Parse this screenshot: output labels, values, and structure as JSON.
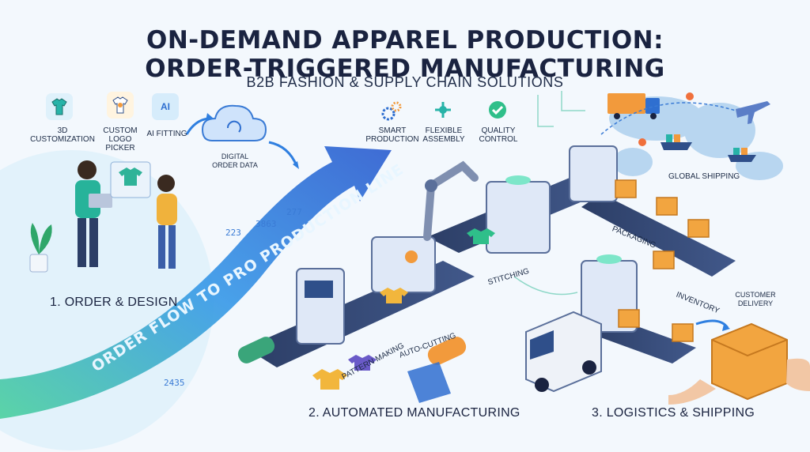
{
  "header": {
    "title_line1": "ON-DEMAND APPAREL PRODUCTION:",
    "title_line2": "ORDER-TRIGGERED MANUFACTURING",
    "subtitle": "B2B FASHION & SUPPLY CHAIN SOLUTIONS"
  },
  "design": {
    "items": [
      {
        "label": "3D\nCUSTOMIZATION",
        "icon": "shirt-3d-icon"
      },
      {
        "label": "CUSTOM\nLOGO\nPICKER",
        "icon": "logo-shirt-icon"
      },
      {
        "label": "AI FITTING",
        "icon": "ai-icon"
      }
    ],
    "cloud_label": "DIGITAL\nORDER DATA",
    "phase_label": "1. ORDER & DESIGN"
  },
  "flow": {
    "banner_text": "ORDER FLOW TO PRO PRODUCTION LINE",
    "numbers": [
      "223",
      "3863",
      "277",
      "2435"
    ]
  },
  "manufacturing": {
    "features": [
      {
        "label": "SMART\nPRODUCTION",
        "icon": "gears-icon"
      },
      {
        "label": "FLEXIBLE\nASSEMBLY",
        "icon": "assembly-icon"
      },
      {
        "label": "QUALITY\nCONTROL",
        "icon": "check-shield-icon"
      }
    ],
    "stations": {
      "pattern": "PATTERN MAKING",
      "cutting": "AUTO-CUTTING",
      "stitching": "STITCHING"
    },
    "phase_label": "2. AUTOMATED MANUFACTURING"
  },
  "logistics": {
    "global_shipping": "GLOBAL SHIPPING",
    "packaging": "PACKAGING",
    "inventory": "INVENTORY",
    "customer_delivery": "CUSTOMER\nDELIVERY",
    "phase_label": "3. LOGISTICS & SHIPPING"
  },
  "colors": {
    "accent_blue": "#2f7fe0",
    "teal": "#27b3a8",
    "orange": "#f29a3c",
    "navy": "#1a2340"
  }
}
